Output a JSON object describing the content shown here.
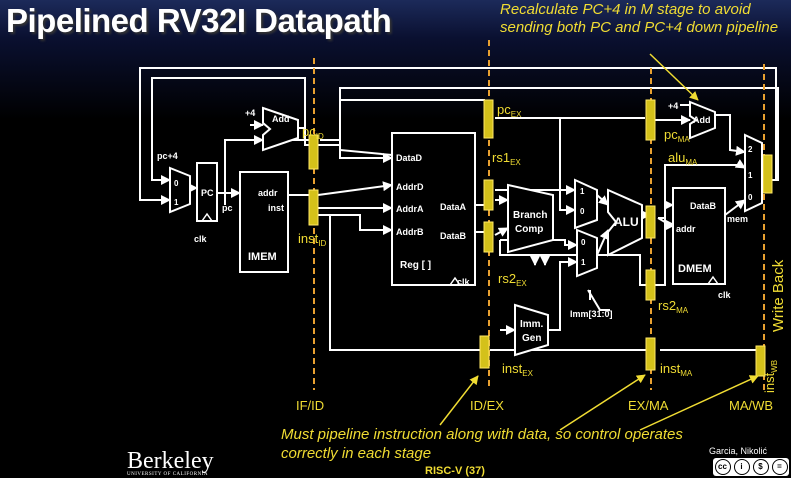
{
  "title": "Pipelined RV32I Datapath",
  "notes": {
    "top": "Recalculate PC+4 in M stage to avoid sending both PC and PC+4 down pipeline",
    "bottom": "Must pipeline instruction along with data, so control operates correctly in each stage"
  },
  "stages": {
    "if_id": "IF/ID",
    "id_ex": "ID/EX",
    "ex_ma": "EX/MA",
    "ma_wb": "MA/WB",
    "write_back": "Write Back"
  },
  "blocks": {
    "add": "Add",
    "plus4": "+4",
    "pc": "PC",
    "pc4": "pc+4",
    "pc_out": "pc",
    "clk": "clk",
    "imem": "IMEM",
    "addr": "addr",
    "inst": "inst",
    "regfile": "Reg [ ]",
    "data_d": "DataD",
    "addr_d": "AddrD",
    "addr_a": "AddrA",
    "addr_b": "AddrB",
    "data_a": "DataA",
    "data_b": "DataB",
    "branch_comp_1": "Branch",
    "branch_comp_2": "Comp",
    "alu": "ALU",
    "imm_gen_1": "Imm.",
    "imm_gen_2": "Gen",
    "imm_bits": "Imm[31:0]",
    "dmem": "DMEM",
    "dmem_datab": "DataB",
    "dmem_addr": "addr",
    "mem": "mem",
    "mux0": "0",
    "mux1": "1",
    "mux2": "2"
  },
  "regs": {
    "pc_id": "pc",
    "pc_id_sub": "ID",
    "inst_id": "inst",
    "inst_id_sub": "ID",
    "pc_ex": "pc",
    "pc_ex_sub": "EX",
    "rs1_ex": "rs1",
    "rs1_ex_sub": "EX",
    "rs2_ex": "rs2",
    "rs2_ex_sub": "EX",
    "inst_ex": "inst",
    "inst_ex_sub": "EX",
    "pc_ma": "pc",
    "pc_ma_sub": "MA",
    "alu_ma": "alu",
    "alu_ma_sub": "MA",
    "rs2_ma": "rs2",
    "rs2_ma_sub": "MA",
    "inst_ma": "inst",
    "inst_ma_sub": "MA",
    "inst_wb": "inst",
    "inst_wb_sub": "WB"
  },
  "footer": {
    "credit": "Garcia, Nikolić",
    "slide": "RISC-V (37)",
    "logo_name": "Berkeley",
    "logo_sub": "UNIVERSITY OF CALIFORNIA"
  },
  "colors": {
    "background": "#000000",
    "accent": "#f0dc33",
    "wire": "#ffffff",
    "stage_line": "#e8a030"
  }
}
